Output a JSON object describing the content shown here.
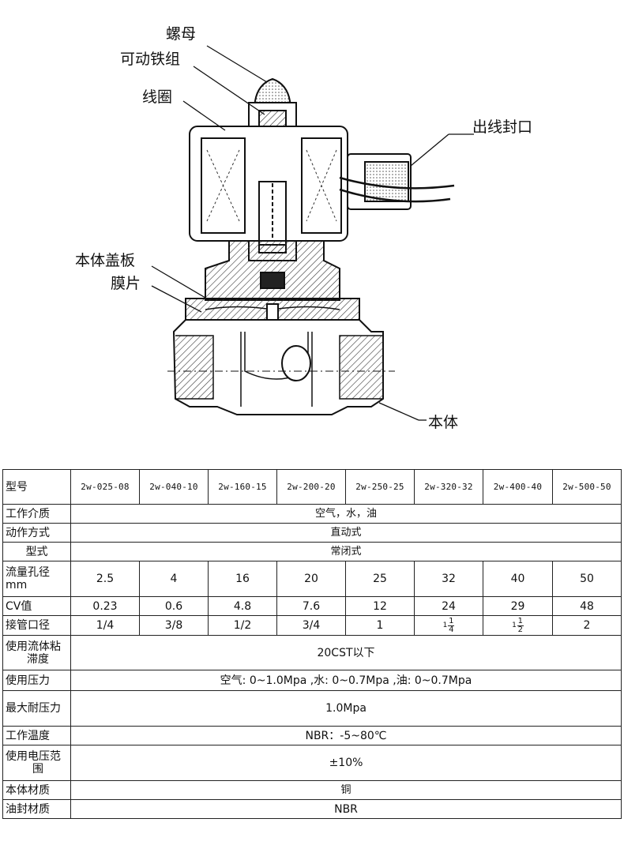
{
  "diagram": {
    "labels": {
      "nut": "螺母",
      "plunger": "可动铁组",
      "coil": "线圈",
      "cable_outlet": "出线封口",
      "bonnet": "本体盖板",
      "diaphragm": "膜片",
      "body": "本体"
    }
  },
  "table": {
    "header": {
      "label": "型号",
      "models": [
        "2w-025-08",
        "2w-040-10",
        "2w-160-15",
        "2w-200-20",
        "2w-250-25",
        "2w-320-32",
        "2w-400-40",
        "2w-500-50"
      ]
    },
    "rows": {
      "medium": {
        "label": "工作介质",
        "value": "空气，水，油"
      },
      "operation": {
        "label": "动作方式",
        "value": "直动式"
      },
      "type": {
        "label": "型式",
        "value": "常闭式"
      },
      "orifice": {
        "label_l1": "流量孔径",
        "label_l2": "mm",
        "values": [
          "2.5",
          "4",
          "16",
          "20",
          "25",
          "32",
          "40",
          "50"
        ]
      },
      "cv": {
        "label": "CV值",
        "values": [
          "0.23",
          "0.6",
          "4.8",
          "7.6",
          "12",
          "24",
          "29",
          "48"
        ]
      },
      "port": {
        "label": "接管口径",
        "values": [
          "1/4",
          "3/8",
          "1/2",
          "3/4",
          "1"
        ],
        "frac1": {
          "whole": "1",
          "num": "1",
          "den": "4"
        },
        "frac2": {
          "whole": "1",
          "num": "1",
          "den": "2"
        },
        "last": "2"
      },
      "viscosity": {
        "label_l1": "使用流体粘",
        "label_l2": "滞度",
        "value": "20CST以下"
      },
      "pressure": {
        "label": "使用压力",
        "value": "空气: 0~1.0Mpa ,水: 0~0.7Mpa ,油: 0~0.7Mpa"
      },
      "max_pressure": {
        "label": "最大耐压力",
        "value": "1.0Mpa"
      },
      "temperature": {
        "label": "工作温度",
        "value": "NBR：-5~80℃"
      },
      "voltage": {
        "label_l1": "使用电压范",
        "label_l2": "围",
        "value": "±10%"
      },
      "body_material": {
        "label": "本体材质",
        "value": "铜"
      },
      "seal_material": {
        "label": "油封材质",
        "value": "NBR"
      }
    }
  }
}
